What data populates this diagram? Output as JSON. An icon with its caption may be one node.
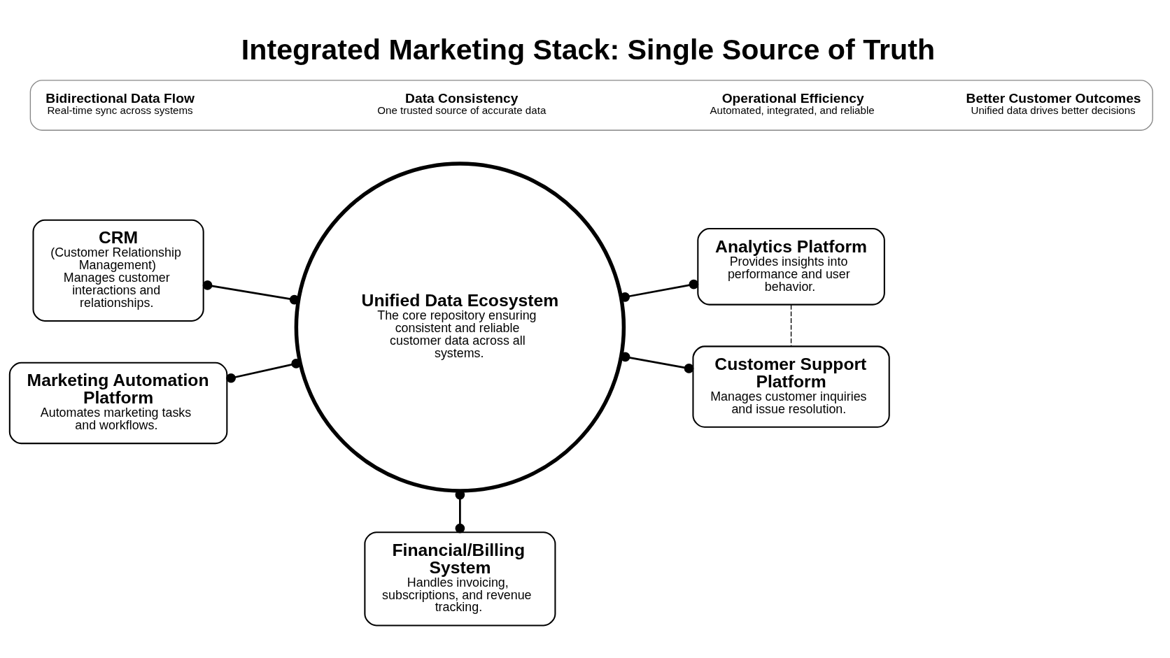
{
  "diagram": {
    "title": "Integrated Marketing Stack: Single Source of Truth",
    "nodes": [
      {
        "text": [
          "Unified Data Ecosystem",
          "The core repository ensuring consistent and reliable customer data across all systems."
        ]
      },
      {
        "text": [
          "CRM",
          "(Customer Relationship Management)",
          "Manages customer interactions and relationships."
        ]
      },
      {
        "text": [
          "Analytics Platform",
          "Provides insights into performance and user behavior."
        ]
      },
      {
        "text": [
          "Marketing Automation Platform",
          "Automates marketing tasks and workflows."
        ]
      },
      {
        "text": [
          "Customer Support Platform",
          "Manages customer inquiries and issue resolution."
        ]
      },
      {
        "text": [
          "Financial/Billing System",
          "Handles invoicing, subscriptions, and revenue tracking."
        ]
      },
      {
        "text": [],
        "shape": "box"
      },
      {
        "text": [
          "Bidirectional Data Flow",
          "Real-time sync across systems"
        ],
        "in": 6
      },
      {
        "text": [
          "Data Consistency",
          "One trusted source of accurate data"
        ],
        "in": 6
      },
      {
        "text": [
          "Operational Efficiency",
          "Automated, integrated, and reliable"
        ],
        "in": 6
      },
      {
        "text": [
          "Better Customer Outcomes",
          "Unified data drives better decisions"
        ],
        "in": 6
      }
    ],
    "edges": [
      {
        "from": 1,
        "to": 0,
        "arrow": "other"
      },
      {
        "from": 3,
        "to": 0,
        "arrow": "other"
      },
      {
        "from": 0,
        "to": 2,
        "arrow": "other"
      },
      {
        "from": 0,
        "to": 4,
        "arrow": "other"
      },
      {
        "from": 0,
        "to": 5,
        "arrow": "other"
      },
      {
        "from": 2,
        "to": 4,
        "arrow": "none",
        "style": "dashed"
      }
    ]
  }
}
